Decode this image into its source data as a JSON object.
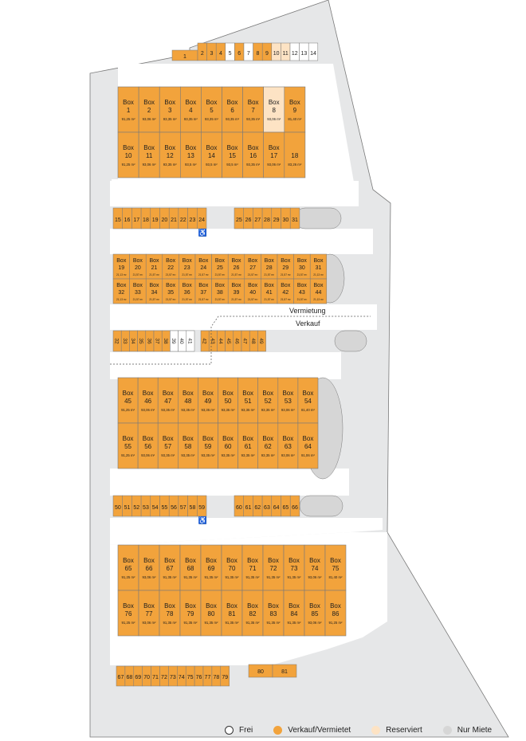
{
  "colors": {
    "sold": "#f2a33c",
    "free": "#ffffff",
    "reserved": "#fde3c4",
    "rent_only": "#d6d6d6",
    "lot": "#e6e7e8",
    "outline": "#7a7a7a"
  },
  "labels": {
    "box_word": "Box",
    "vermietung": "Vermietung",
    "verkauf": "Verkauf",
    "wheelchair_symbol": "♿"
  },
  "legend": [
    {
      "label": "Frei",
      "status": "free"
    },
    {
      "label": "Verkauf/Vermietet",
      "status": "sold"
    },
    {
      "label": "Reserviert",
      "status": "reserved"
    },
    {
      "label": "Nur Miete",
      "status": "rent_only"
    }
  ],
  "parking_top": {
    "first": "1",
    "spots": [
      {
        "n": "2",
        "s": "sold"
      },
      {
        "n": "3",
        "s": "sold"
      },
      {
        "n": "4",
        "s": "sold"
      },
      {
        "n": "5",
        "s": "free"
      },
      {
        "n": "6",
        "s": "sold"
      },
      {
        "n": "7",
        "s": "free"
      },
      {
        "n": "8",
        "s": "sold"
      },
      {
        "n": "9",
        "s": "sold"
      },
      {
        "n": "10",
        "s": "reserved"
      },
      {
        "n": "11",
        "s": "reserved"
      },
      {
        "n": "12",
        "s": "free"
      },
      {
        "n": "13",
        "s": "free"
      },
      {
        "n": "14",
        "s": "free"
      }
    ]
  },
  "box_blocks": [
    {
      "rows": [
        [
          {
            "n": "1",
            "a": "91,25 m²"
          },
          {
            "n": "2",
            "a": "93,06 m²"
          },
          {
            "n": "3",
            "a": "93,35 m²"
          },
          {
            "n": "4",
            "a": "93,35 m²"
          },
          {
            "n": "5",
            "a": "93,35 m²"
          },
          {
            "n": "6",
            "a": "93,35 m²"
          },
          {
            "n": "7",
            "a": "93,35 m²"
          },
          {
            "n": "8",
            "a": "93,06 m²",
            "s": "reserved"
          },
          {
            "n": "9",
            "a": "81,40 m²"
          }
        ],
        [
          {
            "n": "10",
            "a": "91,25 m²"
          },
          {
            "n": "11",
            "a": "93,06 m²"
          },
          {
            "n": "12",
            "a": "93,35 m²"
          },
          {
            "n": "13",
            "a": "93,5 m²"
          },
          {
            "n": "14",
            "a": "93,5 m²"
          },
          {
            "n": "15",
            "a": "93,5 m²"
          },
          {
            "n": "16",
            "a": "93,35 m²"
          },
          {
            "n": "17",
            "a": "93,06 m²"
          },
          {
            "n": "18",
            "a": "83,26 m²",
            "s": "nobox"
          }
        ]
      ]
    },
    {
      "rows": [
        [
          {
            "n": "45",
            "a": "91,25 m²"
          },
          {
            "n": "46",
            "a": "93,06 m²"
          },
          {
            "n": "47",
            "a": "93,35 m²"
          },
          {
            "n": "48",
            "a": "93,35 m²"
          },
          {
            "n": "49",
            "a": "93,35 m²"
          },
          {
            "n": "50",
            "a": "93,35 m²"
          },
          {
            "n": "51",
            "a": "93,35 m²"
          },
          {
            "n": "52",
            "a": "93,35 m²"
          },
          {
            "n": "53",
            "a": "93,06 m²"
          },
          {
            "n": "54",
            "a": "81,40 m²"
          }
        ],
        [
          {
            "n": "55",
            "a": "91,25 m²"
          },
          {
            "n": "56",
            "a": "93,06 m²"
          },
          {
            "n": "57",
            "a": "93,35 m²"
          },
          {
            "n": "58",
            "a": "93,35 m²"
          },
          {
            "n": "59",
            "a": "93,35 m²"
          },
          {
            "n": "60",
            "a": "93,35 m²"
          },
          {
            "n": "61",
            "a": "93,35 m²"
          },
          {
            "n": "62",
            "a": "93,35 m²"
          },
          {
            "n": "63",
            "a": "93,06 m²"
          },
          {
            "n": "64",
            "a": "91,06 m²"
          }
        ]
      ]
    },
    {
      "rows": [
        [
          {
            "n": "65",
            "a": "91,25 m²"
          },
          {
            "n": "66",
            "a": "93,06 m²"
          },
          {
            "n": "67",
            "a": "91,35 m²"
          },
          {
            "n": "68",
            "a": "91,35 m²"
          },
          {
            "n": "69",
            "a": "91,35 m²"
          },
          {
            "n": "70",
            "a": "91,35 m²"
          },
          {
            "n": "71",
            "a": "91,35 m²"
          },
          {
            "n": "72",
            "a": "91,35 m²"
          },
          {
            "n": "73",
            "a": "91,35 m²"
          },
          {
            "n": "74",
            "a": "93,06 m²"
          },
          {
            "n": "75",
            "a": "81,40 m²"
          }
        ],
        [
          {
            "n": "76",
            "a": "91,25 m²"
          },
          {
            "n": "77",
            "a": "93,06 m²"
          },
          {
            "n": "78",
            "a": "91,35 m²"
          },
          {
            "n": "79",
            "a": "91,35 m²"
          },
          {
            "n": "80",
            "a": "91,35 m²"
          },
          {
            "n": "81",
            "a": "91,35 m²"
          },
          {
            "n": "82",
            "a": "91,35 m²"
          },
          {
            "n": "83",
            "a": "91,35 m²"
          },
          {
            "n": "84",
            "a": "91,35 m²"
          },
          {
            "n": "85",
            "a": "93,06 m²"
          },
          {
            "n": "86",
            "a": "91,25 m²"
          }
        ]
      ]
    }
  ],
  "parking_rows": [
    {
      "left": [
        "15",
        "16",
        "17",
        "18",
        "19",
        "20",
        "21",
        "22",
        "23",
        "24"
      ],
      "accessible": "24",
      "right": [
        "25",
        "26",
        "27",
        "28",
        "29",
        "30",
        "31"
      ]
    },
    {
      "left": [
        "50",
        "51",
        "52",
        "53",
        "54",
        "55",
        "56",
        "57",
        "58",
        "59"
      ],
      "accessible": "59",
      "right": [
        "60",
        "61",
        "62",
        "63",
        "64",
        "65",
        "66"
      ]
    }
  ],
  "small_boxes": {
    "row1": [
      {
        "n": "19",
        "a": "21,13 m²"
      },
      {
        "n": "20",
        "a": "21,57 m²"
      },
      {
        "n": "21",
        "a": "21,57 m²"
      },
      {
        "n": "22",
        "a": "21,57 m²"
      },
      {
        "n": "23",
        "a": "21,57 m²"
      },
      {
        "n": "24",
        "a": "21,57 m²"
      },
      {
        "n": "25",
        "a": "21,57 m²"
      },
      {
        "n": "26",
        "a": "21,57 m²"
      },
      {
        "n": "27",
        "a": "21,57 m²"
      },
      {
        "n": "28",
        "a": "21,57 m²"
      },
      {
        "n": "29",
        "a": "21,57 m²"
      },
      {
        "n": "30",
        "a": "21,57 m²"
      },
      {
        "n": "31",
        "a": "21,13 m²"
      }
    ],
    "row2": [
      {
        "n": "32",
        "a": "21,13 m²"
      },
      {
        "n": "33",
        "a": "21,57 m²"
      },
      {
        "n": "34",
        "a": "21,57 m²"
      },
      {
        "n": "35",
        "a": "21,57 m²"
      },
      {
        "n": "36",
        "a": "21,57 m²"
      },
      {
        "n": "37",
        "a": "21,57 m²"
      },
      {
        "n": "38",
        "a": "21,57 m²"
      },
      {
        "n": "39",
        "a": "21,57 m²"
      },
      {
        "n": "40",
        "a": "21,57 m²"
      },
      {
        "n": "41",
        "a": "21,57 m²"
      },
      {
        "n": "42",
        "a": "21,57 m²"
      },
      {
        "n": "43",
        "a": "21,57 m²"
      },
      {
        "n": "44",
        "a": "21,13 m²"
      }
    ]
  },
  "rotated_row": [
    {
      "n": "32",
      "s": "sold"
    },
    {
      "n": "33",
      "s": "sold"
    },
    {
      "n": "34",
      "s": "sold"
    },
    {
      "n": "35",
      "s": "sold"
    },
    {
      "n": "36",
      "s": "sold"
    },
    {
      "n": "37",
      "s": "sold"
    },
    {
      "n": "38",
      "s": "sold"
    },
    {
      "n": "39",
      "s": "free"
    },
    {
      "n": "40",
      "s": "free"
    },
    {
      "n": "41",
      "s": "free"
    },
    {
      "n": "42",
      "s": "sold"
    },
    {
      "n": "43",
      "s": "sold"
    },
    {
      "n": "44",
      "s": "sold"
    },
    {
      "n": "45",
      "s": "sold"
    },
    {
      "n": "46",
      "s": "sold"
    },
    {
      "n": "47",
      "s": "sold"
    },
    {
      "n": "48",
      "s": "sold"
    },
    {
      "n": "49",
      "s": "sold"
    }
  ],
  "bottom_row": [
    "67",
    "68",
    "69",
    "70",
    "71",
    "72",
    "73",
    "74",
    "75",
    "76",
    "77",
    "78",
    "79"
  ],
  "bottom_wide": [
    "80",
    "81"
  ]
}
